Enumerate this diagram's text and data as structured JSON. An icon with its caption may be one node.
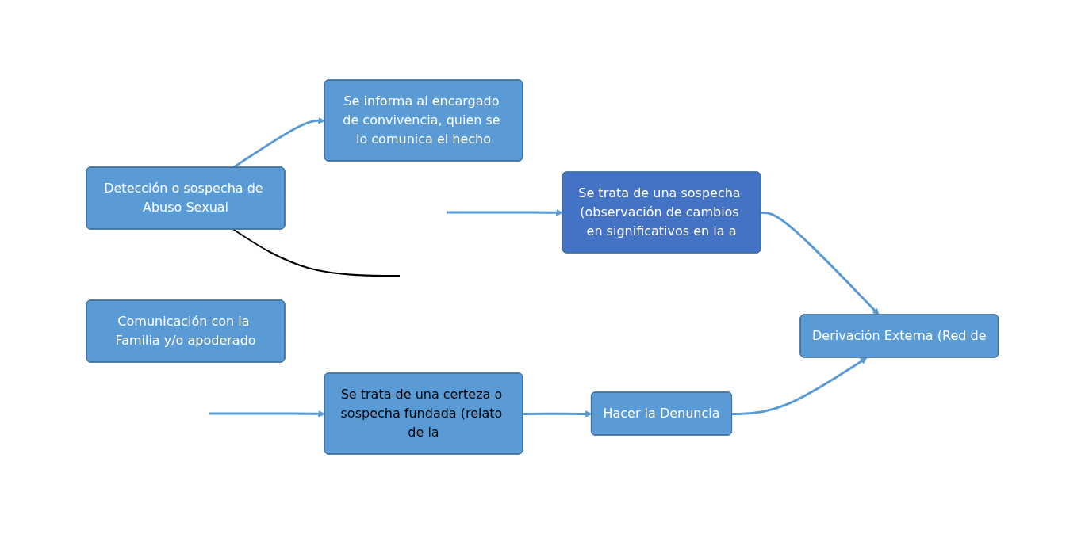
{
  "diagram": {
    "nodes": [
      {
        "text": [
          "Detección o sospecha de Abuso Sexual"
        ]
      },
      {
        "text": [
          "Se informa al encargado de convivencia, quien se lo comunica el hecho"
        ]
      },
      {
        "text": [
          "Comunicación con la Familia y/o apoderado"
        ]
      },
      {
        "text": [
          "Se trata de una certeza o sospecha fundada (relato de la"
        ]
      },
      {
        "text": [
          "Se trata de una sospecha (observación de cambios en significativos en la a"
        ]
      },
      {
        "text": [
          "Hacer la Denuncia"
        ]
      },
      {
        "text": [
          "Derivación Externa (Red de"
        ]
      }
    ],
    "edges": [
      {
        "from": 0,
        "to": 1,
        "arrow": "to"
      },
      {
        "from": 0,
        "to": null,
        "arrow": "none",
        "color": "#000000"
      },
      {
        "from": null,
        "to": 3,
        "arrow": "to"
      },
      {
        "from": null,
        "to": 4,
        "arrow": "to"
      },
      {
        "from": 3,
        "to": 5,
        "arrow": "to"
      },
      {
        "from": 4,
        "to": 6,
        "arrow": "to"
      },
      {
        "from": 5,
        "to": 6,
        "arrow": "to"
      }
    ]
  }
}
